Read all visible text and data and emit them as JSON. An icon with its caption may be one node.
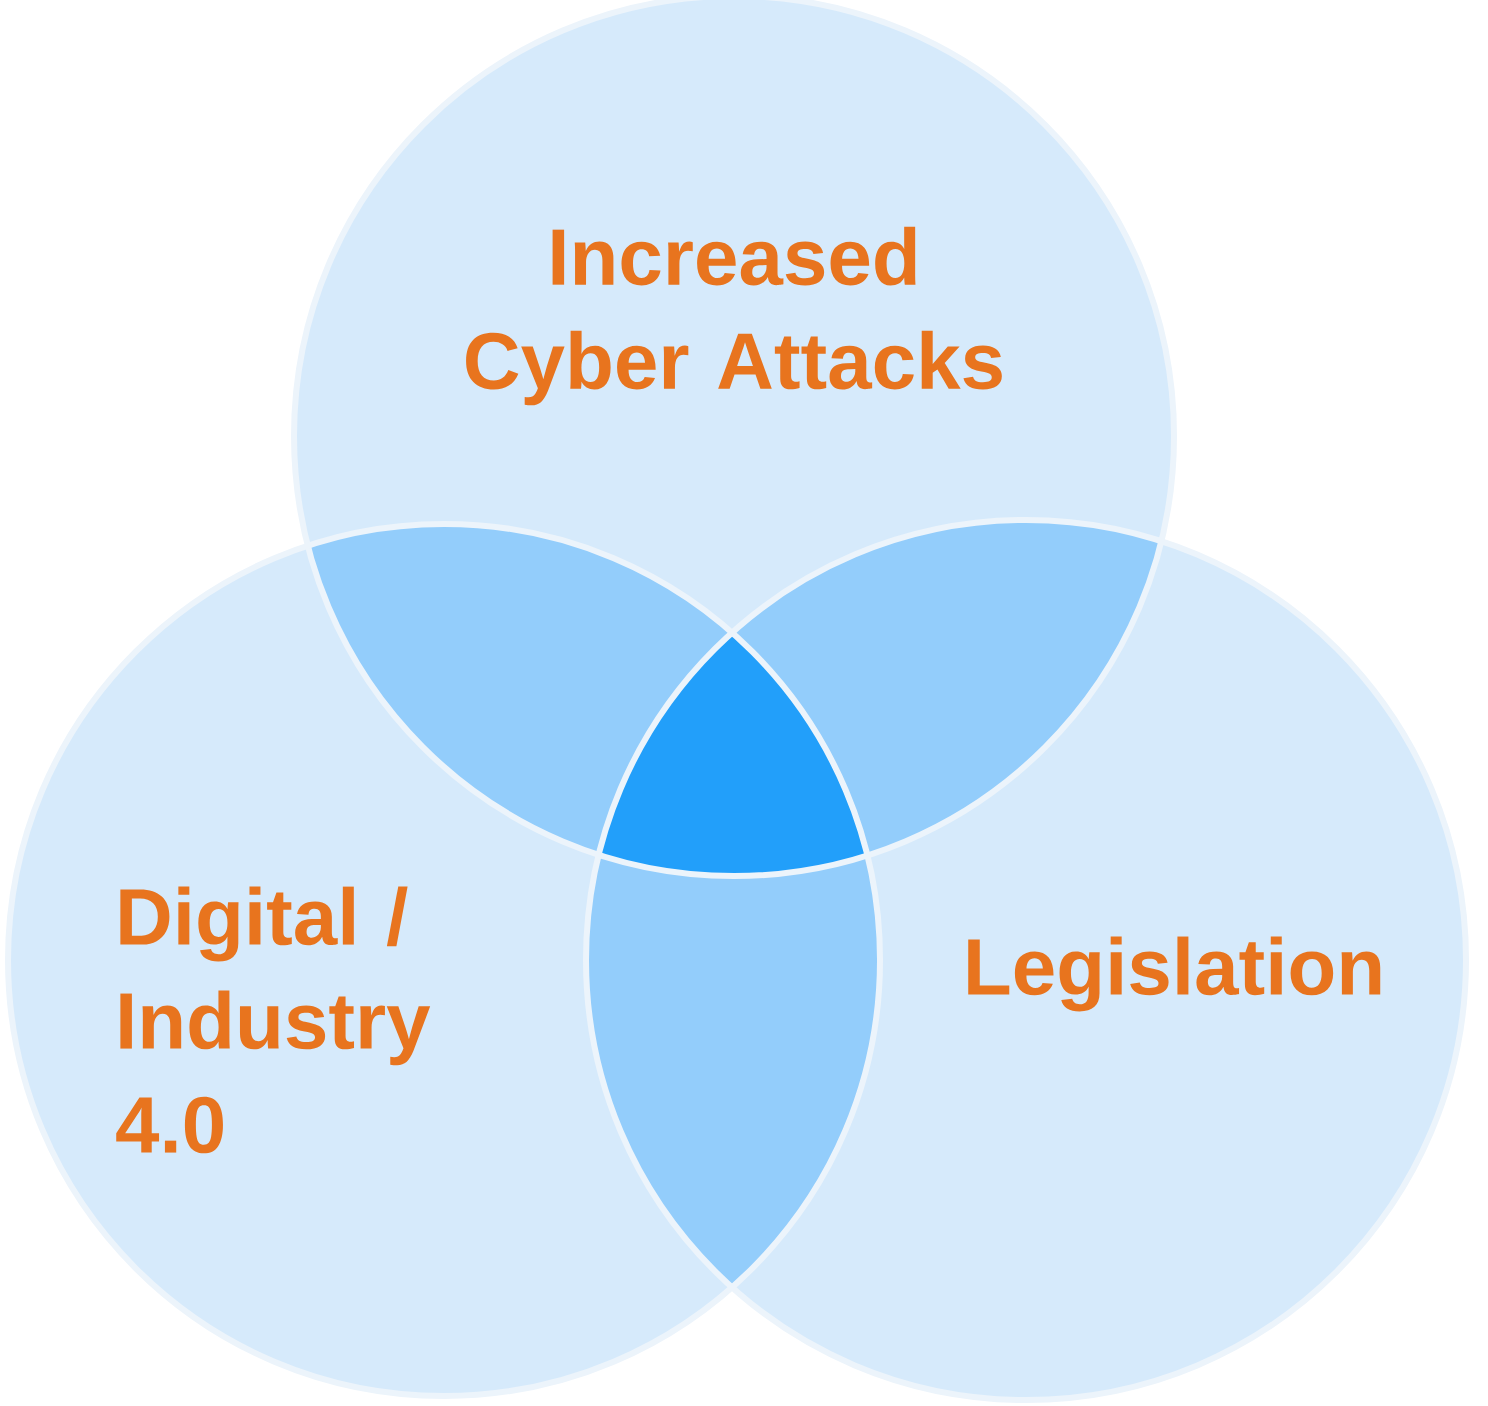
{
  "diagram": {
    "nodes": [
      {
        "text": [
          "Increased Cyber Attacks"
        ]
      },
      {
        "text": [
          "Digital / Industry 4.0"
        ]
      },
      {
        "text": [
          "Legislation"
        ]
      }
    ]
  }
}
